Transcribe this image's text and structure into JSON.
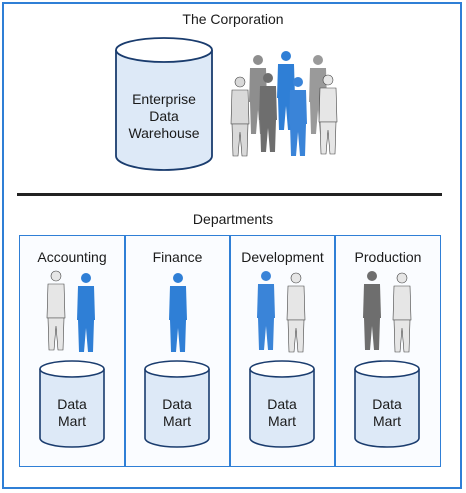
{
  "corporation": {
    "title": "The Corporation",
    "warehouse_lines": [
      "Enterprise",
      "Data",
      "Warehouse"
    ]
  },
  "departments": {
    "title": "Departments",
    "items": [
      {
        "name": "Accounting",
        "mart_lines": [
          "Data",
          "Mart"
        ]
      },
      {
        "name": "Finance",
        "mart_lines": [
          "Data",
          "Mart"
        ]
      },
      {
        "name": "Development",
        "mart_lines": [
          "Data",
          "Mart"
        ]
      },
      {
        "name": "Production",
        "mart_lines": [
          "Data",
          "Mart"
        ]
      }
    ]
  },
  "colors": {
    "accent_blue": "#2f7fd6",
    "cylinder_fill": "#dde9f7",
    "cylinder_stroke": "#1a3c6e"
  }
}
